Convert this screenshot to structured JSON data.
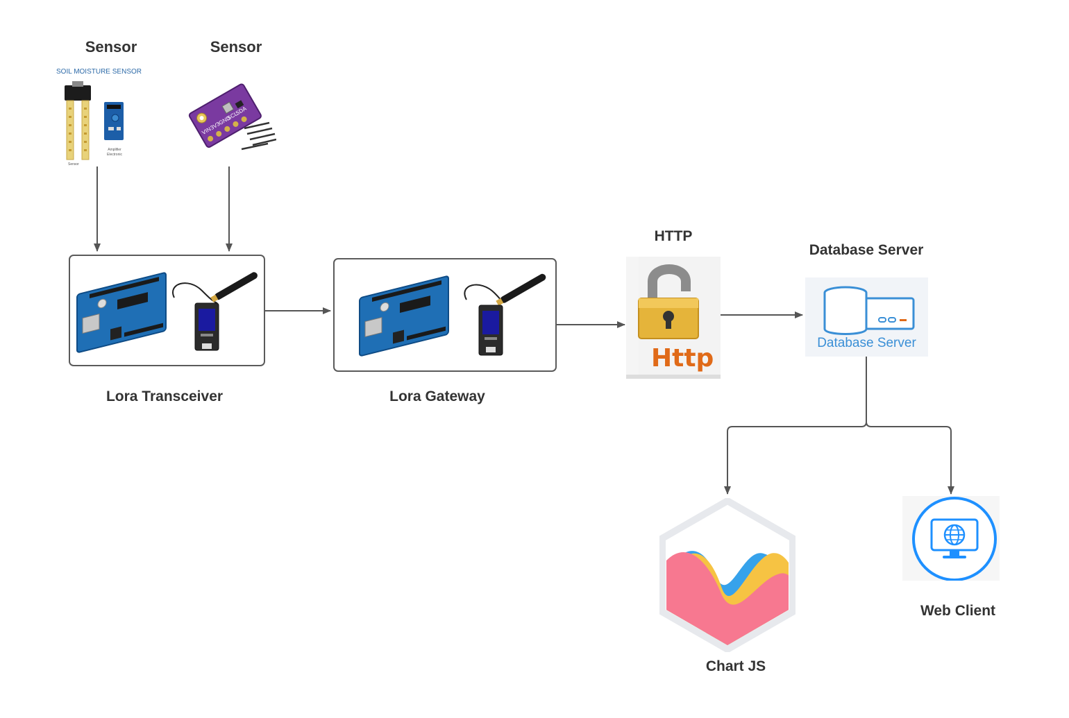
{
  "sensors": [
    {
      "title": "Sensor",
      "image_caption": "SOIL MOISTURE SENSOR",
      "sub_label_left": "Sensor",
      "sub_label_right": "Amplifier Electronic"
    },
    {
      "title": "Sensor",
      "pin_labels": [
        "VIN",
        "3V3",
        "GND",
        "SCL",
        "SDA"
      ]
    }
  ],
  "transceiver": {
    "label": "Lora Transceiver"
  },
  "gateway": {
    "label": "Lora Gateway"
  },
  "http": {
    "title": "HTTP",
    "icon_text": "Http"
  },
  "database": {
    "title": "Database Server",
    "icon_text": "Database Server"
  },
  "chartjs": {
    "label": "Chart JS"
  },
  "webclient": {
    "label": "Web Client"
  },
  "colors": {
    "arrow": "#555555",
    "arduino_blue": "#1f6fb5",
    "lora_board": "#2b2b2b",
    "lock_gold": "#e5b43a",
    "http_orange": "#e06a18",
    "db_blue": "#3a8fd6",
    "chart_pink": "#f77890",
    "chart_yellow": "#f6c343",
    "chart_blue": "#36a2eb",
    "client_blue": "#1e90ff"
  }
}
